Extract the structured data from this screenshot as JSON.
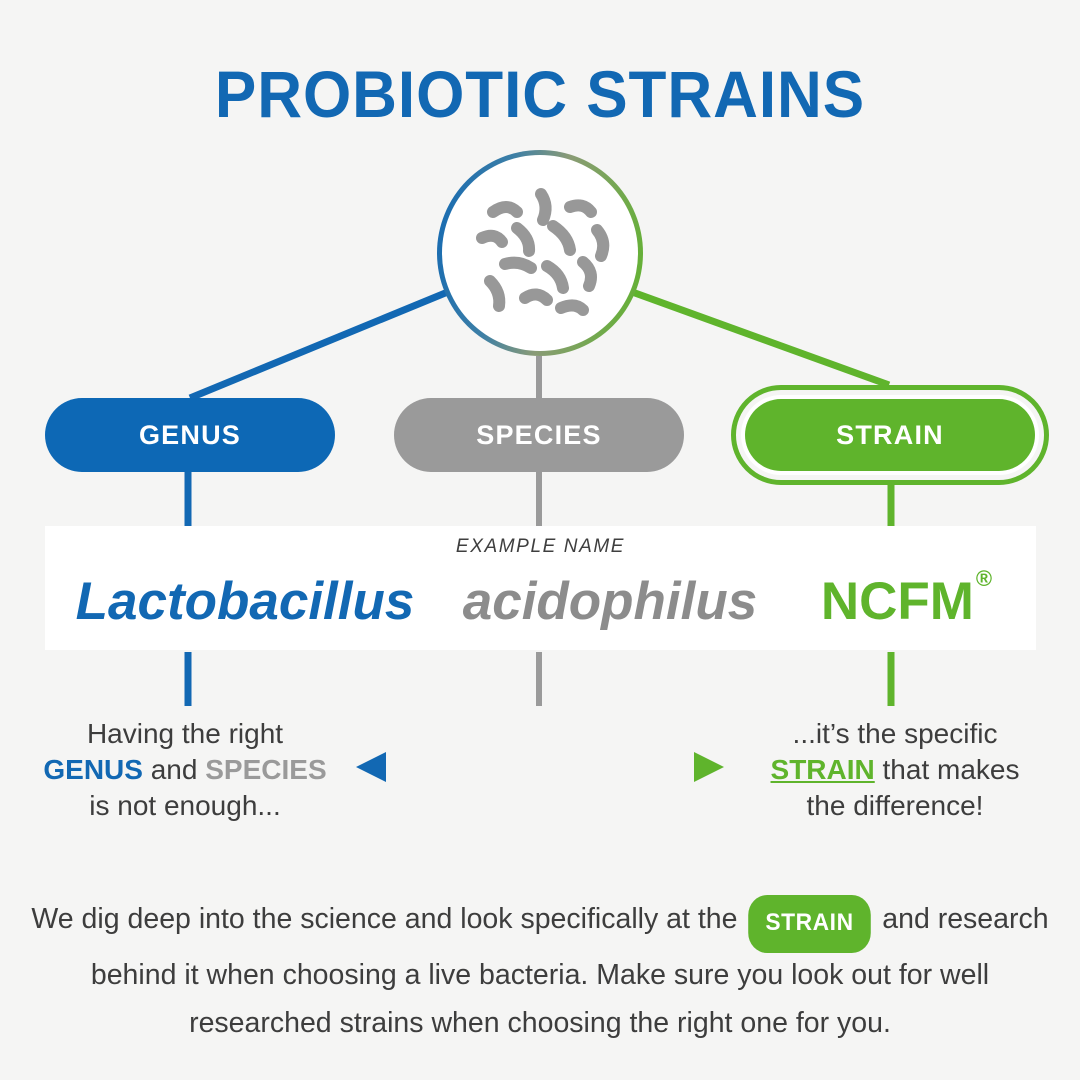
{
  "page": {
    "title": "PROBIOTIC STRAINS",
    "background_color": "#f5f5f4"
  },
  "colors": {
    "blue": "#1268b3",
    "blue_pill": "#0d68b5",
    "gray": "#9a9a9a",
    "gray_text": "#3d3d3d",
    "green": "#5fb42c",
    "white": "#ffffff"
  },
  "diagram": {
    "node_icon": "bacteria-circle-icon",
    "levels": [
      {
        "key": "genus",
        "label": "GENUS",
        "color": "#0d68b5",
        "style": "solid"
      },
      {
        "key": "species",
        "label": "SPECIES",
        "color": "#9a9a9a",
        "style": "solid"
      },
      {
        "key": "strain",
        "label": "STRAIN",
        "color": "#5fb42c",
        "style": "double-ring"
      }
    ]
  },
  "example": {
    "label": "EXAMPLE NAME",
    "genus": "Lactobacillus",
    "species": "acidophilus",
    "strain": "NCFM",
    "strain_mark": "®"
  },
  "captions": {
    "left": {
      "line1": "Having the right",
      "kw1": "GENUS",
      "mid": " and ",
      "kw2": "SPECIES",
      "line3": "is not enough..."
    },
    "arrow": {
      "name": "double-headed-gradient-arrow",
      "from_color": "#1268b3",
      "to_color": "#5fb42c"
    },
    "right": {
      "line1": "...it’s the specific",
      "kw1": "STRAIN",
      "rest": " that makes",
      "line3": "the difference!"
    }
  },
  "footer": {
    "part1": "We dig deep into the science and look specifically at the ",
    "badge": "STRAIN",
    "part2": " and research behind it when choosing a live bacteria. Make sure you look out for well researched strains when choosing the right one for you."
  }
}
